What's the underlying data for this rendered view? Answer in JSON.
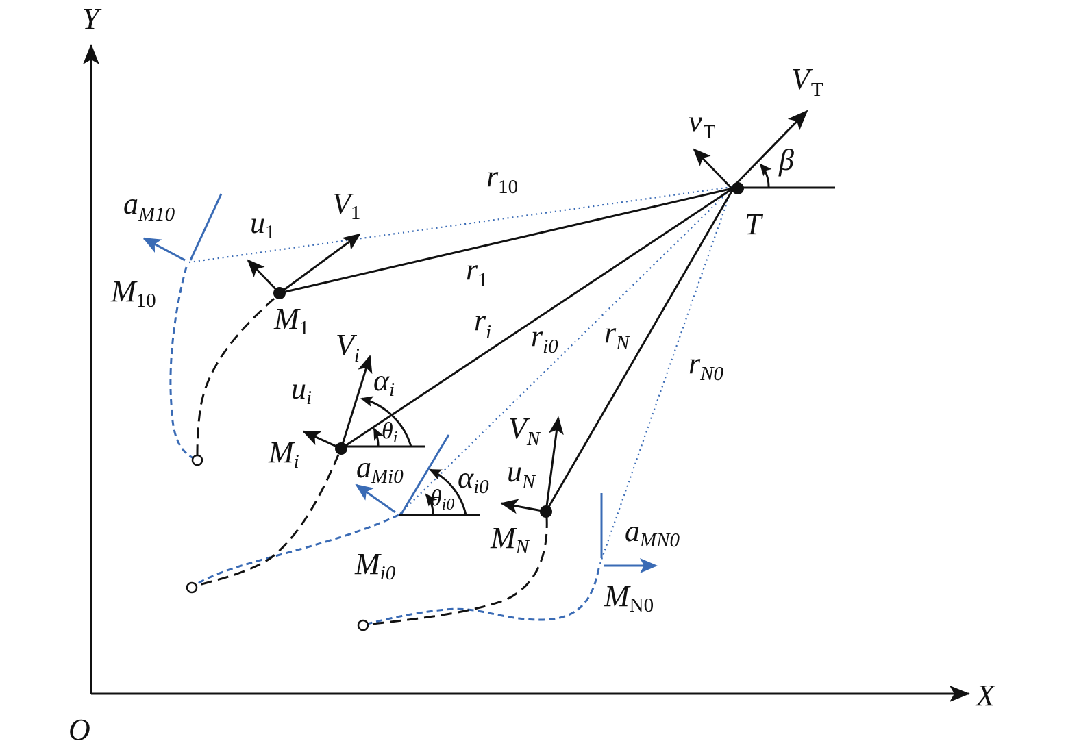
{
  "colors": {
    "black": "#111111",
    "blue": "#3a6bb5"
  },
  "axes": {
    "x": "X",
    "y": "Y",
    "origin": "O"
  },
  "target": {
    "label": "T",
    "VT": "V",
    "VT_sub": "T",
    "vT": "v",
    "vT_sub": "T",
    "beta": "β"
  },
  "missiles": {
    "M1": {
      "label": "M",
      "sub": "1",
      "V": "V",
      "V_sub": "1",
      "u": "u",
      "u_sub": "1",
      "r": "r",
      "r_sub": "1"
    },
    "M10": {
      "label": "M",
      "sub": "10",
      "a": "a",
      "a_sub": "M10",
      "r": "r",
      "r_sub": "10"
    },
    "Mi": {
      "label": "M",
      "sub": "i",
      "V": "V",
      "V_sub": "i",
      "u": "u",
      "u_sub": "i",
      "r": "r",
      "r_sub": "i",
      "alpha": "α",
      "alpha_sub": "i",
      "theta": "θ",
      "theta_sub": "i"
    },
    "Mi0": {
      "label": "M",
      "sub": "i0",
      "a": "a",
      "a_sub": "Mi0",
      "r": "r",
      "r_sub": "i0",
      "alpha": "α",
      "alpha_sub": "i0",
      "theta": "θ",
      "theta_sub": "i0"
    },
    "MN": {
      "label": "M",
      "sub": "N",
      "V": "V",
      "V_sub": "N",
      "u": "u",
      "u_sub": "N",
      "r": "r",
      "r_sub": "N"
    },
    "MN0": {
      "label": "M",
      "sub": "N0",
      "a": "a",
      "a_sub": "MN0",
      "r": "r",
      "r_sub": "N0"
    }
  }
}
